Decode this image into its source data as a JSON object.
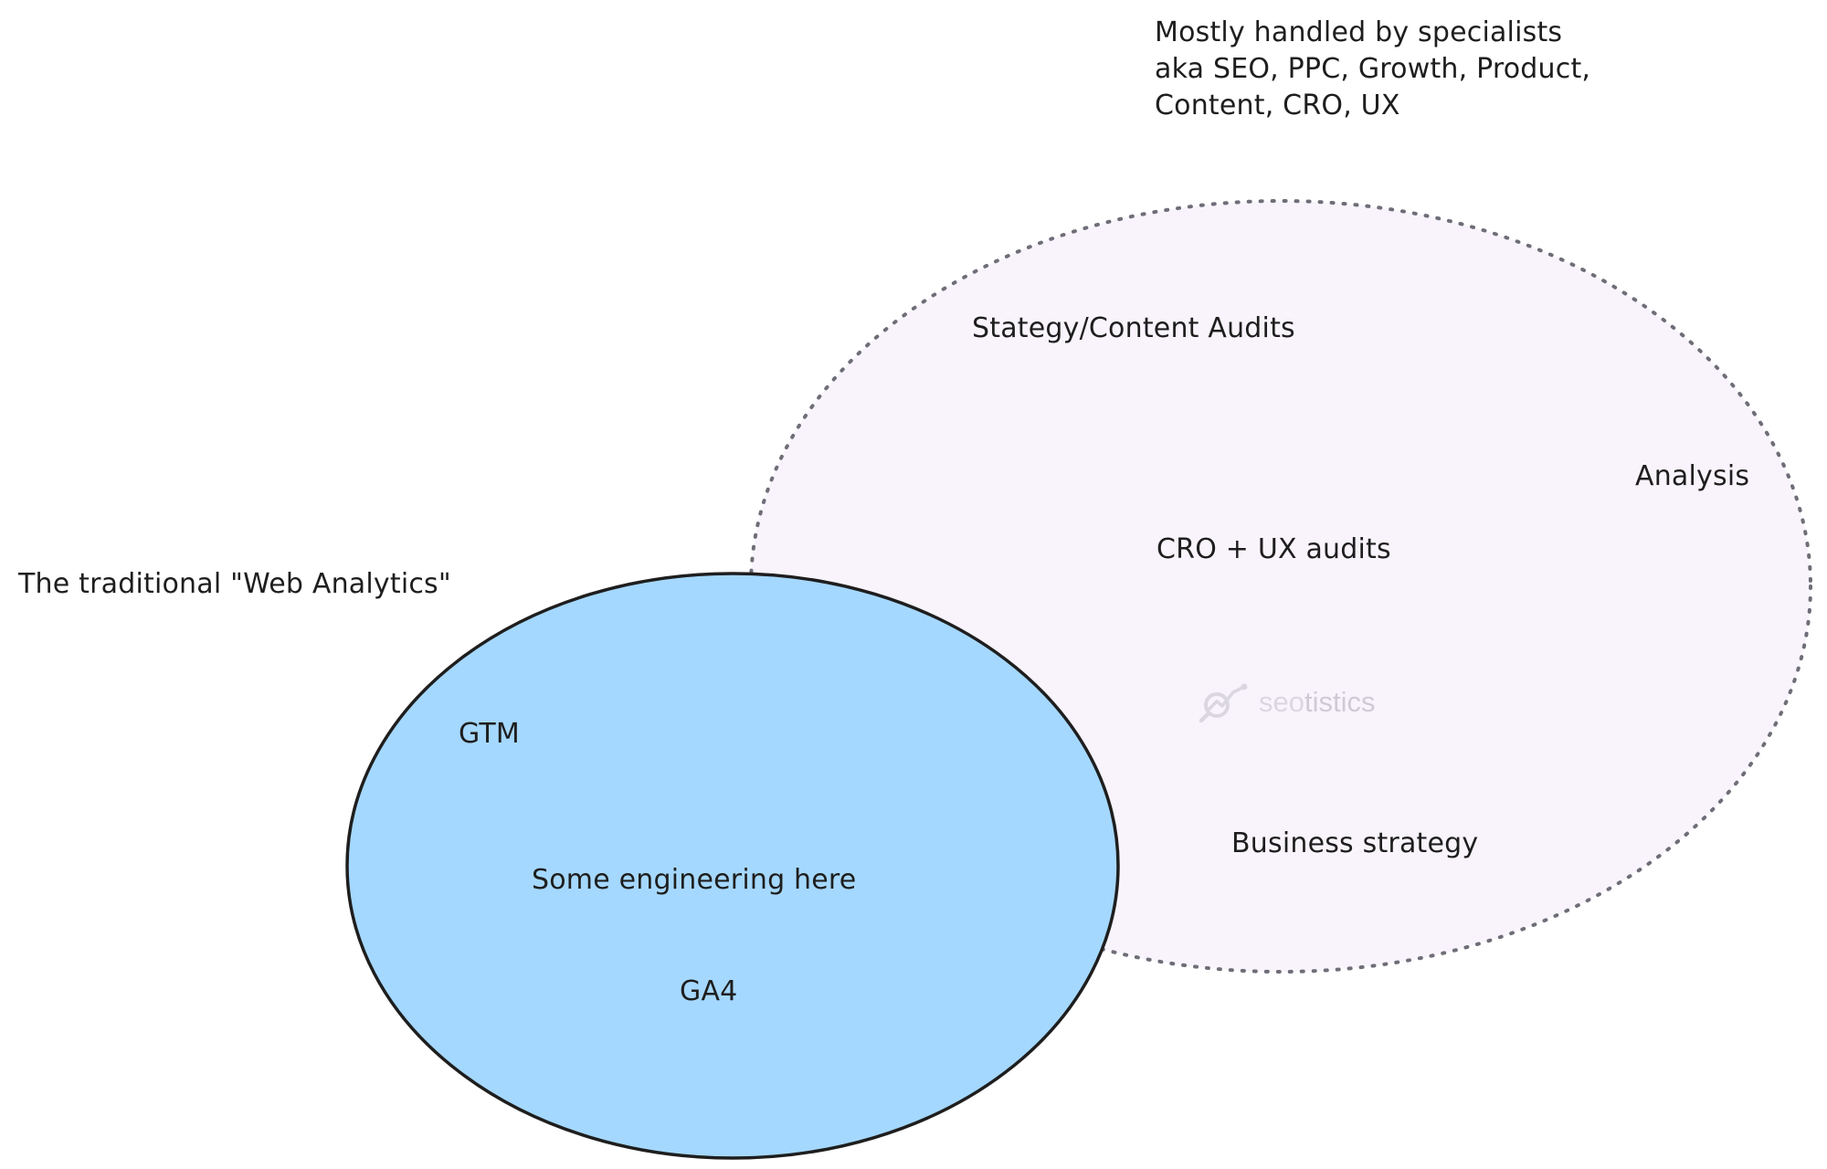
{
  "colors": {
    "left_fill": "#a5d8ff",
    "left_stroke": "#1e1e1e",
    "right_fill": "#f9f4fc",
    "right_stroke": "#6e6e78",
    "text": "#1e1e1e",
    "watermark": "#9b9aa6"
  },
  "annotations": {
    "specialists_note": "Mostly handled by specialists\naka SEO, PPC, Growth, Product,\nContent, CRO, UX",
    "traditional_label": "The traditional \"Web Analytics\""
  },
  "right_ellipse": {
    "items": {
      "strategy_audits": "Stategy/Content Audits",
      "analysis": "Analysis",
      "cro_ux": "CRO + UX audits",
      "business_strategy": "Business strategy"
    }
  },
  "left_ellipse": {
    "items": {
      "gtm": "GTM",
      "engineering": "Some engineering here",
      "ga4": "GA4"
    }
  },
  "watermark": {
    "icon": "seotistics-logo-icon",
    "brand_prefix": "seo",
    "brand_suffix": "tistics"
  }
}
